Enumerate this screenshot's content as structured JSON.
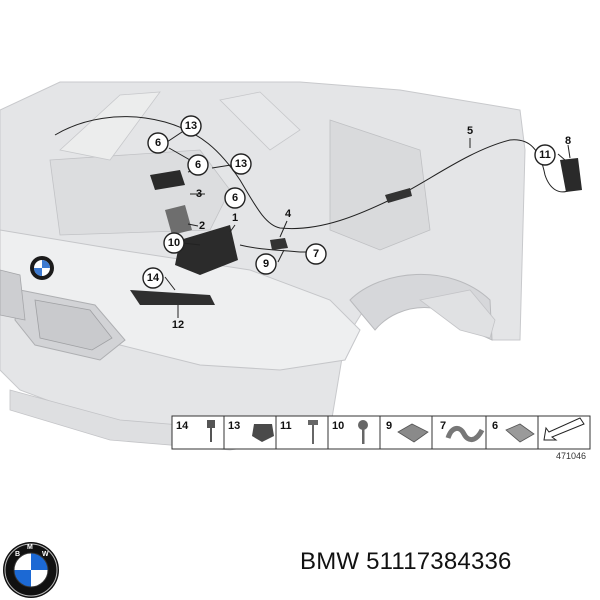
{
  "diagram": {
    "callouts": [
      {
        "id": "c13a",
        "label": "13"
      },
      {
        "id": "c6a",
        "label": "6"
      },
      {
        "id": "c6b",
        "label": "6"
      },
      {
        "id": "c13b",
        "label": "13"
      },
      {
        "id": "c6c",
        "label": "6"
      },
      {
        "id": "c10",
        "label": "10"
      },
      {
        "id": "c14",
        "label": "14"
      },
      {
        "id": "c9",
        "label": "9"
      },
      {
        "id": "c7",
        "label": "7"
      },
      {
        "id": "c11",
        "label": "11"
      }
    ],
    "plain_labels": [
      {
        "id": "l1",
        "label": "1"
      },
      {
        "id": "l2",
        "label": "2"
      },
      {
        "id": "l3",
        "label": "3"
      },
      {
        "id": "l4",
        "label": "4"
      },
      {
        "id": "l5",
        "label": "5"
      },
      {
        "id": "l8",
        "label": "8"
      },
      {
        "id": "l12",
        "label": "12"
      }
    ],
    "parts_legend": [
      "14",
      "13",
      "11",
      "10",
      "9",
      "7",
      "6"
    ],
    "drawing_number": "471046"
  },
  "brand": {
    "logo_name": "bmw-logo",
    "part_text": "BMW 51117384336",
    "colors": {
      "blue": "#1c69d4",
      "ring": "#111111"
    }
  }
}
